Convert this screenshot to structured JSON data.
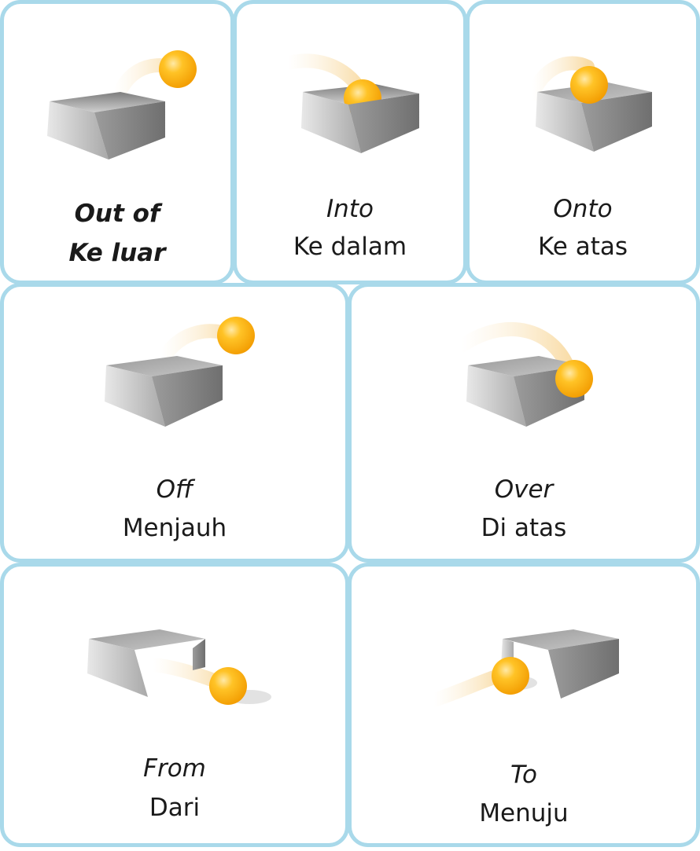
{
  "colors": {
    "border": "#a9d9ea",
    "ball": "#f7a800",
    "box": "#bdbdbd",
    "trail": "#f6d9a3"
  },
  "cards": [
    {
      "en": "Out of",
      "id": "Ke luar"
    },
    {
      "en": "Into",
      "id": "Ke dalam"
    },
    {
      "en": "Onto",
      "id": "Ke atas"
    },
    {
      "en": "Off",
      "id": "Menjauh"
    },
    {
      "en": "Over",
      "id": "Di atas"
    },
    {
      "en": "From",
      "id": "Dari"
    },
    {
      "en": "To",
      "id": "Menuju"
    }
  ]
}
